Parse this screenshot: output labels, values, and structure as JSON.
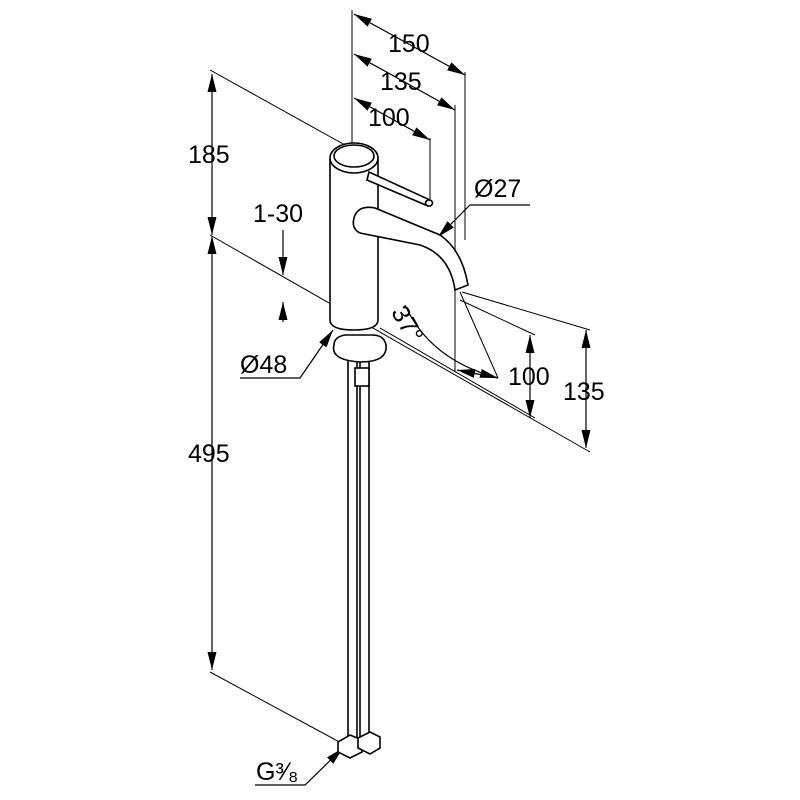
{
  "title": "Faucet dimension drawing",
  "dimensions": {
    "total_reach": "150",
    "spout_reach": "135",
    "handle_reach": "100",
    "body_height": "185",
    "deck_thickness": "1-30",
    "spout_diameter": "Ø27",
    "base_diameter": "Ø48",
    "spout_angle": "37°",
    "spout_outlet_height": "100",
    "spout_height": "135",
    "hose_length": "495",
    "connection_thread": "G³⁄₈"
  },
  "colors": {
    "line": "#000000",
    "background": "#ffffff"
  }
}
